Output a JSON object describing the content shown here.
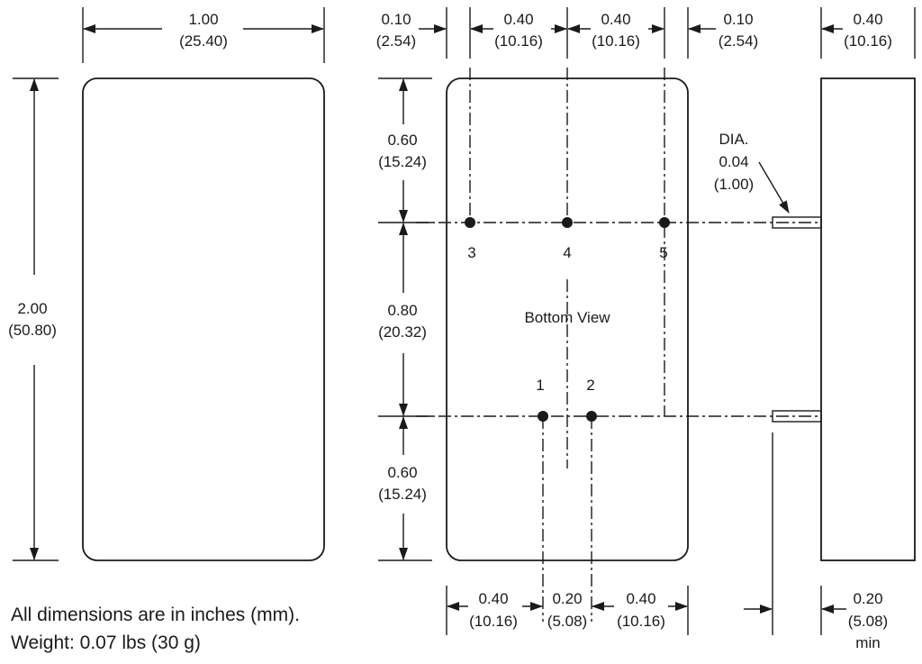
{
  "front": {
    "width_in": "1.00",
    "width_mm": "(25.40)",
    "height_in": "2.00",
    "height_mm": "(50.80)"
  },
  "bottom": {
    "view_label": "Bottom View",
    "top_left_in": "0.10",
    "top_left_mm": "(2.54)",
    "top_mid1_in": "0.40",
    "top_mid1_mm": "(10.16)",
    "top_mid2_in": "0.40",
    "top_mid2_mm": "(10.16)",
    "top_right_in": "0.10",
    "top_right_mm": "(2.54)",
    "v1_in": "0.60",
    "v1_mm": "(15.24)",
    "v2_in": "0.80",
    "v2_mm": "(20.32)",
    "v3_in": "0.60",
    "v3_mm": "(15.24)",
    "bot_left_in": "0.40",
    "bot_left_mm": "(10.16)",
    "bot_mid_in": "0.20",
    "bot_mid_mm": "(5.08)",
    "bot_right_in": "0.40",
    "bot_right_mm": "(10.16)",
    "pins": [
      "1",
      "2",
      "3",
      "4",
      "5"
    ]
  },
  "side": {
    "depth_in": "0.40",
    "depth_mm": "(10.16)",
    "dia_label": "DIA.",
    "dia_in": "0.04",
    "dia_mm": "(1.00)",
    "pin_len_in": "0.20",
    "pin_len_mm": "(5.08)",
    "pin_len_note": "min"
  },
  "notes": {
    "units": "All dimensions are in inches (mm).",
    "weight": "Weight: 0.07 lbs (30 g)"
  }
}
